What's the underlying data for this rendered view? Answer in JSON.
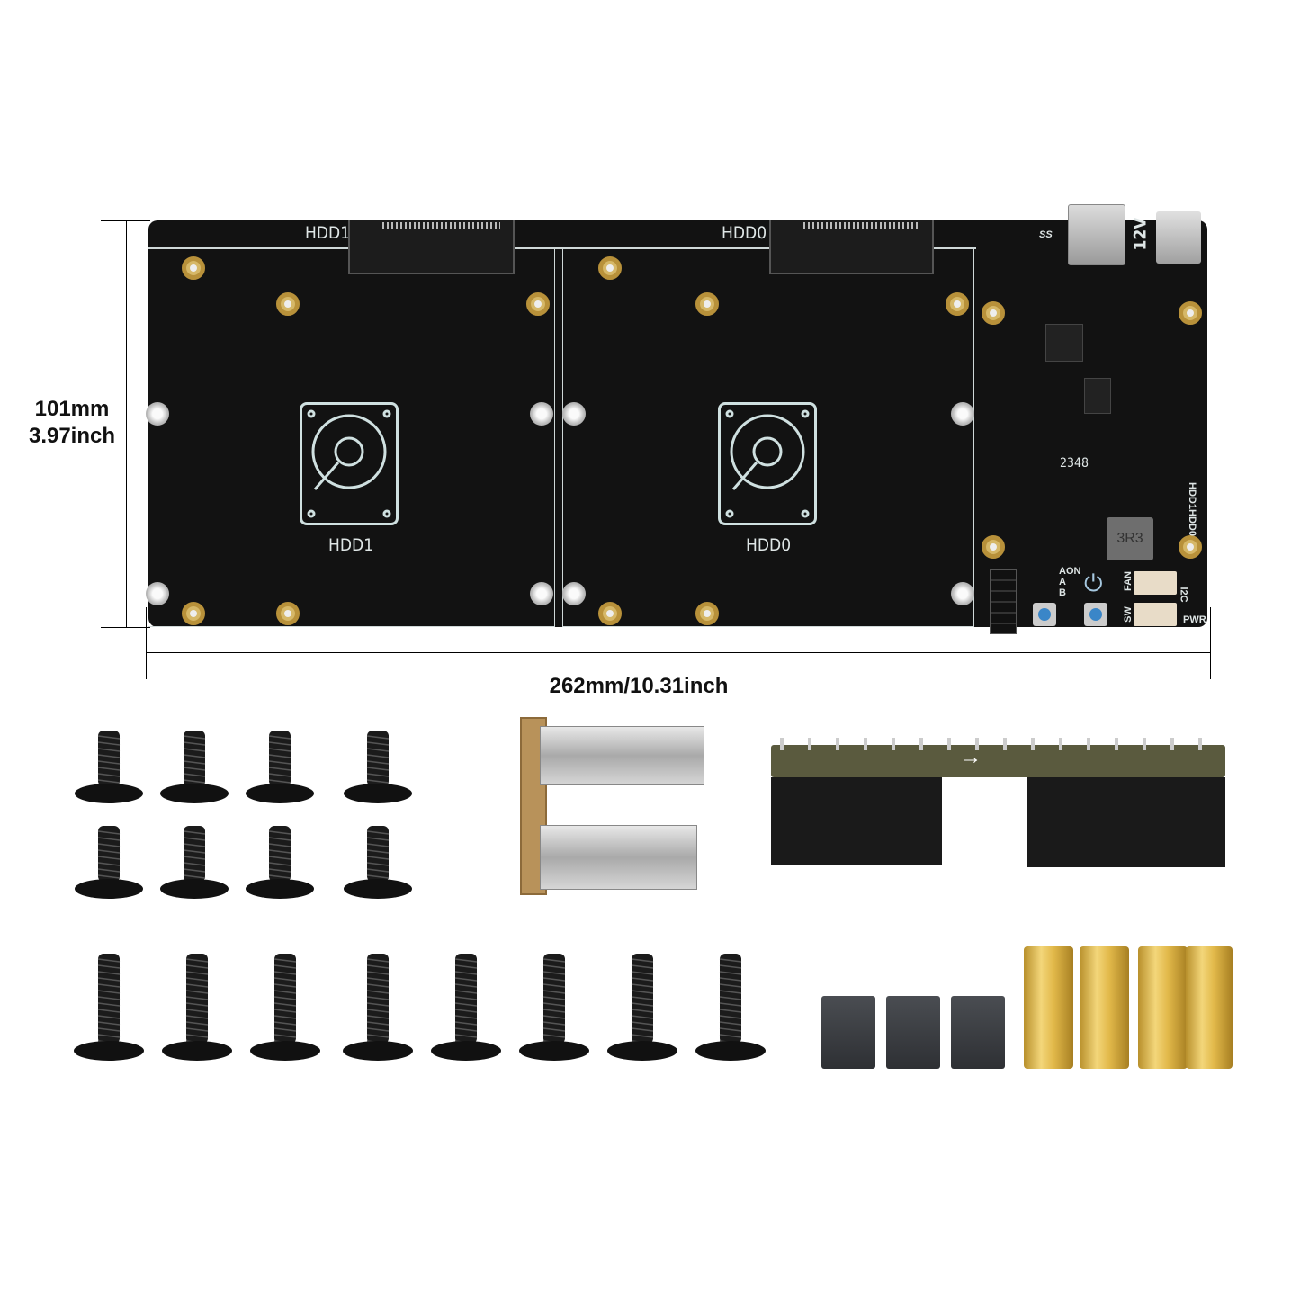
{
  "board": {
    "bay_labels": [
      "HDD1",
      "HDD0"
    ],
    "connector_labels": [
      "HDD1",
      "HDD0"
    ],
    "port_labels": {
      "usb": "SS",
      "power": "12V"
    },
    "silkscreen": {
      "date_code": "2348",
      "inductor": "3R3",
      "led_hdd1": "HDD1",
      "led_hdd0": "HDD0",
      "aon": "AON",
      "a": "A",
      "b": "B",
      "fan": "FAN",
      "sw": "SW",
      "i2c": "I2C",
      "pwr": "PWR"
    }
  },
  "dimensions": {
    "height_mm": "101mm",
    "height_in": "3.97inch",
    "width": "262mm/10.31inch"
  },
  "accessories": {
    "small_screws": 8,
    "large_screws": 8,
    "usb_bridge": 1,
    "header_bridge": 1,
    "jumpers": 3,
    "standoffs": 4
  }
}
